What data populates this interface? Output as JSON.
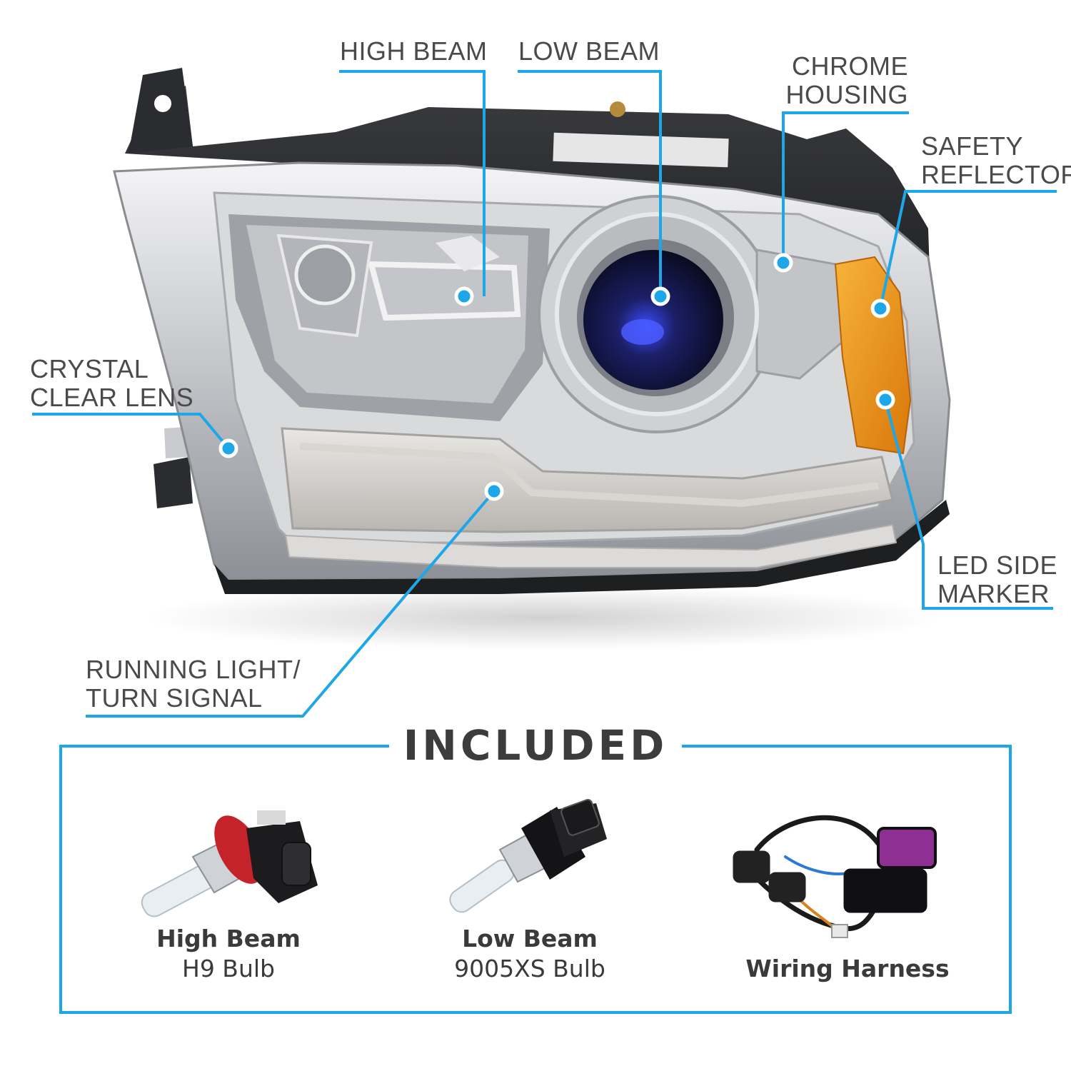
{
  "colors": {
    "accent": "#1ea7e8",
    "text": "#4a4a4a",
    "amber": "#f29a17",
    "projector_blue": "#2a3cff"
  },
  "callouts": {
    "high_beam": [
      "HIGH BEAM"
    ],
    "low_beam": [
      "LOW BEAM"
    ],
    "chrome_housing": [
      "CHROME",
      "HOUSING"
    ],
    "safety_reflector": [
      "SAFETY",
      "REFLECTOR"
    ],
    "crystal_clear_lens": [
      "CRYSTAL",
      "CLEAR LENS"
    ],
    "led_side_marker": [
      "LED SIDE",
      "MARKER"
    ],
    "running_light": [
      "RUNNING LIGHT/",
      "TURN SIGNAL"
    ]
  },
  "included": {
    "title": "INCLUDED",
    "items": [
      {
        "name": "High Beam",
        "detail": "H9 Bulb",
        "icon": "h9-bulb-icon"
      },
      {
        "name": "Low Beam",
        "detail": "9005XS Bulb",
        "icon": "9005xs-bulb-icon"
      },
      {
        "name": "Wiring Harness",
        "detail": "",
        "icon": "wiring-harness-icon"
      }
    ]
  }
}
